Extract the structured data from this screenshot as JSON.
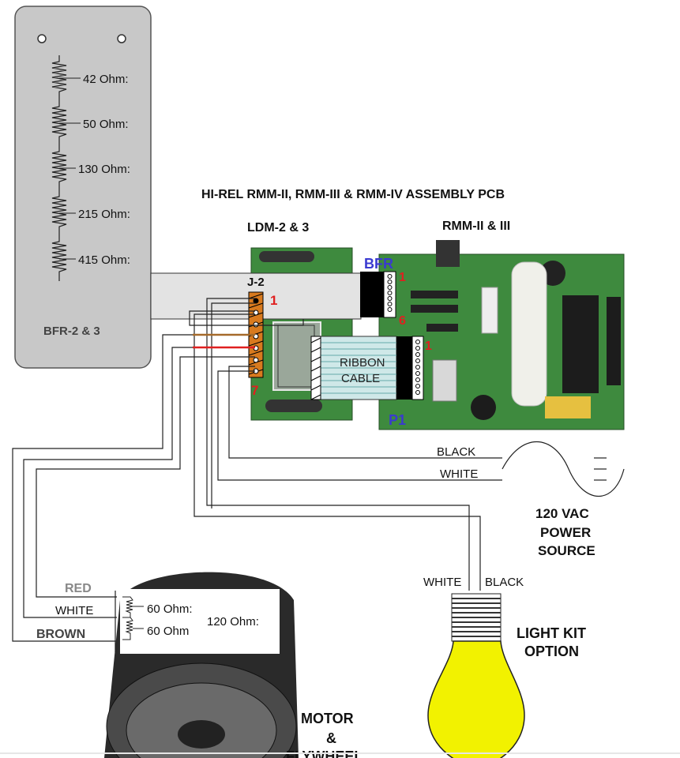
{
  "resistor_box": {
    "values": [
      "42  Ohm:",
      "50  Ohm:",
      "130  Ohm:",
      "215  Ohm:",
      "415  Ohm:"
    ],
    "label": "BFR-2 & 3"
  },
  "header": {
    "title": "HI-REL RMM-II, RMM-III & RMM-IV ASSEMBLY PCB",
    "ldm_label": "LDM-2 & 3",
    "rmm_label": "RMM-II & III"
  },
  "board": {
    "bfr_label": "BFR",
    "bfr_pin_top": "1",
    "bfr_pin_bottom": "6",
    "j2_label": "J-2",
    "j2_pin_top": "1",
    "j2_pin_bottom": "7",
    "ribbon_line1": "RIBBON",
    "ribbon_line2": "CABLE",
    "ribbon_pin": "1",
    "p1_label": "P1"
  },
  "power": {
    "black": "BLACK",
    "white": "WHITE",
    "line1": "120 VAC",
    "line2": "POWER",
    "line3": "SOURCE"
  },
  "light": {
    "white": "WHITE",
    "black": "BLACK",
    "line1": "LIGHT KIT",
    "line2": "OPTION"
  },
  "motor": {
    "red": "RED",
    "white": "WHITE",
    "brown": "BROWN",
    "ohm60a": "60  Ohm:",
    "ohm60b": "60  Ohm",
    "ohm120": "120  Ohm:",
    "line1": "MOTOR",
    "line2": "&",
    "line3": "FLYWHEEL"
  },
  "colors": {
    "box_fill": "#c8c8c8",
    "pcb_green": "#3e8a3e",
    "pin_red": "#e02020",
    "bfr_blue": "#3a3ad0",
    "bulb_yellow": "#f2f200"
  }
}
